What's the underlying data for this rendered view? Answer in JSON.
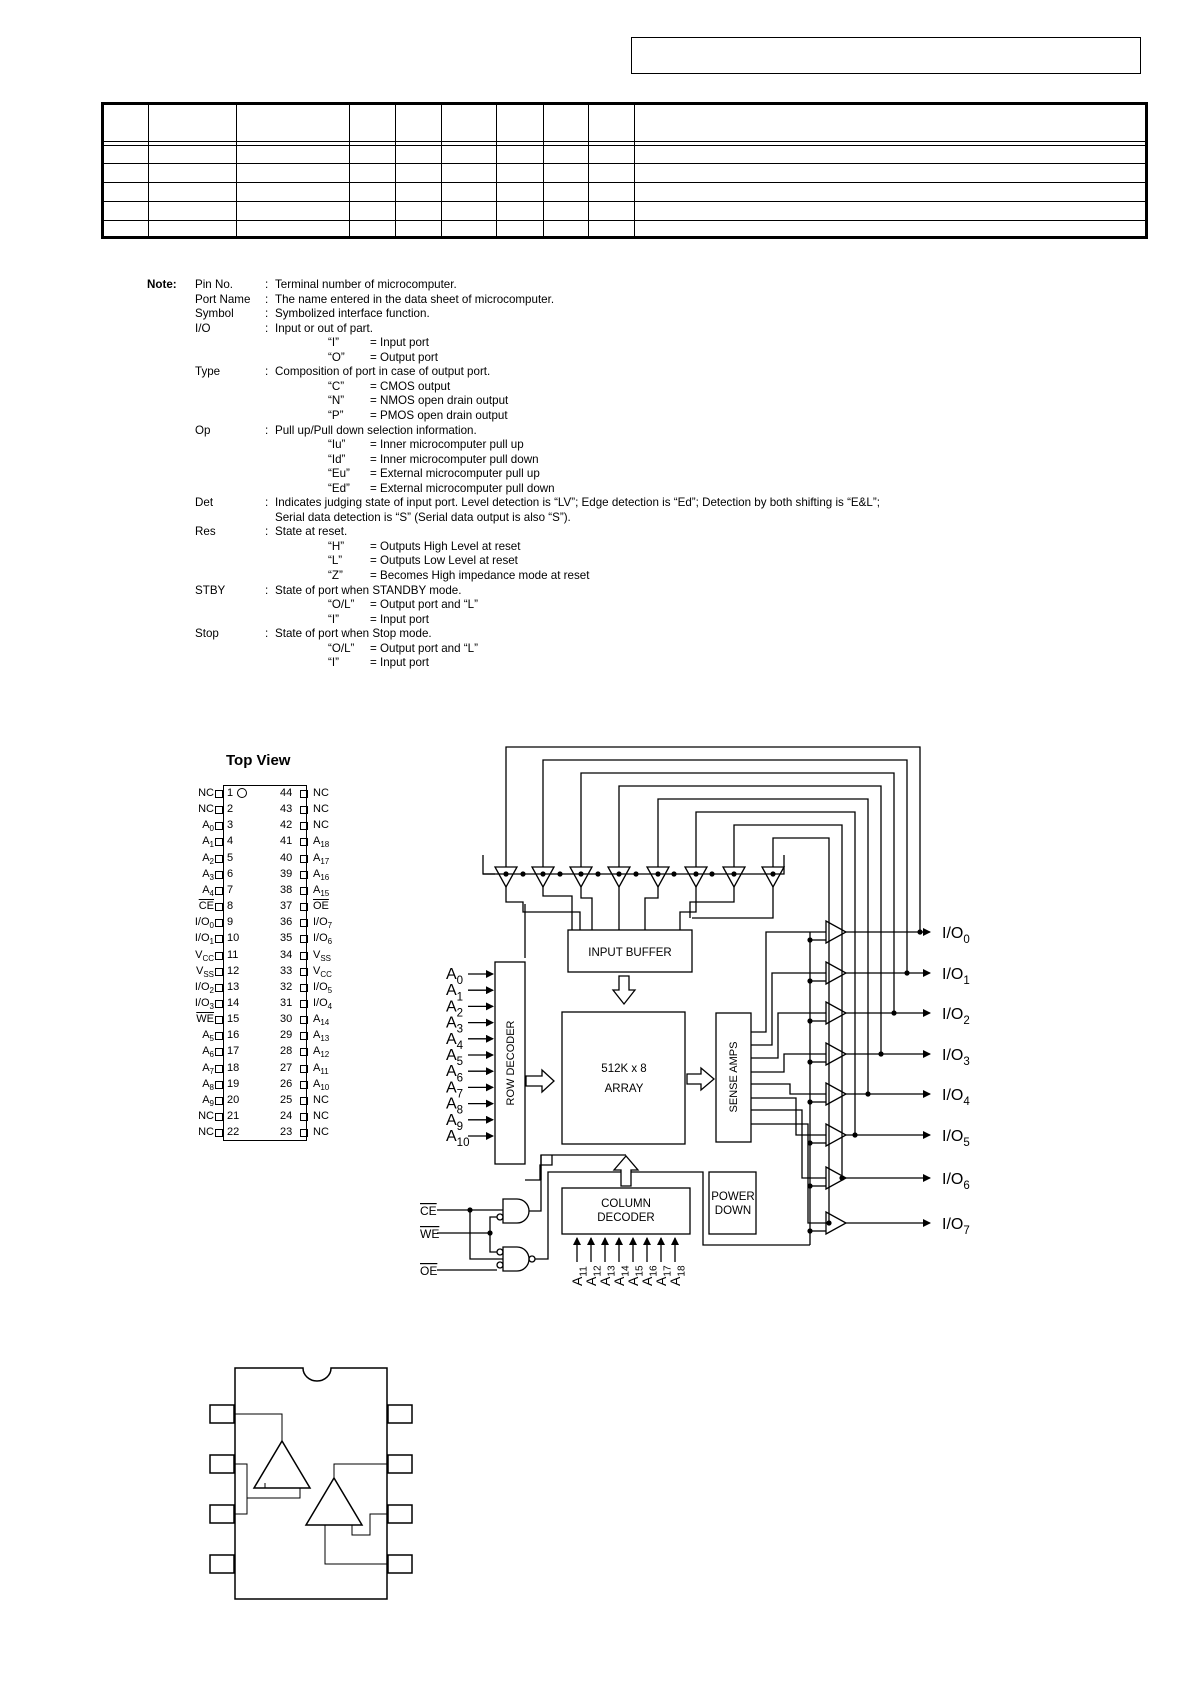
{
  "note": {
    "heading": "Note:",
    "entries": [
      {
        "term": "Pin No.",
        "sep": ":",
        "desc": "Terminal number of microcomputer."
      },
      {
        "term": "Port Name",
        "sep": ":",
        "desc": "The name entered in the data sheet of microcomputer."
      },
      {
        "term": "Symbol",
        "sep": ":",
        "desc": "Symbolized interface function."
      },
      {
        "term": "I/O",
        "sep": ":",
        "desc": "Input or out of part.",
        "codes": [
          {
            "code": "“I”",
            "meaning": "= Input port"
          },
          {
            "code": "“O”",
            "meaning": "= Output port"
          }
        ]
      },
      {
        "term": "Type",
        "sep": ":",
        "desc": "Composition of port in case of output port.",
        "codes": [
          {
            "code": "“C”",
            "meaning": "= CMOS output"
          },
          {
            "code": "“N”",
            "meaning": "= NMOS open drain output"
          },
          {
            "code": "“P”",
            "meaning": "= PMOS open drain output"
          }
        ]
      },
      {
        "term": "Op",
        "sep": ":",
        "desc": "Pull up/Pull down selection information.",
        "codes": [
          {
            "code": "“Iu”",
            "meaning": "= Inner microcomputer pull up"
          },
          {
            "code": "“Id”",
            "meaning": "= Inner microcomputer pull down"
          },
          {
            "code": "“Eu”",
            "meaning": "= External microcomputer pull up"
          },
          {
            "code": "“Ed”",
            "meaning": "= External microcomputer pull down"
          }
        ]
      },
      {
        "term": "Det",
        "sep": ":",
        "desc": "Indicates judging state of input port. Level detection is “LV”; Edge detection is “Ed”; Detection by both shifting is “E&L”;",
        "desc2": "Serial data detection is “S” (Serial data output is also “S”)."
      },
      {
        "term": "Res",
        "sep": ":",
        "desc": "State at reset.",
        "codes": [
          {
            "code": "“H”",
            "meaning": "= Outputs High Level at reset"
          },
          {
            "code": "“L”",
            "meaning": "= Outputs Low Level at reset"
          },
          {
            "code": "“Z”",
            "meaning": "= Becomes High impedance mode at reset"
          }
        ]
      },
      {
        "term": "STBY",
        "sep": ":",
        "desc": "State of port when STANDBY mode.",
        "codes": [
          {
            "code": "“O/L”",
            "meaning": "= Output port and “L”"
          },
          {
            "code": "“I”",
            "meaning": "= Input port"
          }
        ]
      },
      {
        "term": "Stop",
        "sep": ":",
        "desc": "State of port when Stop mode.",
        "codes": [
          {
            "code": "“O/L”",
            "meaning": "= Output port and “L”"
          },
          {
            "code": "“I”",
            "meaning": "= Input port"
          }
        ]
      }
    ]
  },
  "pinout": {
    "title": "Top View",
    "left": [
      {
        "n": "1",
        "l": "NC"
      },
      {
        "n": "2",
        "l": "NC"
      },
      {
        "n": "3",
        "l": "A",
        "s": "0"
      },
      {
        "n": "4",
        "l": "A",
        "s": "1"
      },
      {
        "n": "5",
        "l": "A",
        "s": "2"
      },
      {
        "n": "6",
        "l": "A",
        "s": "3"
      },
      {
        "n": "7",
        "l": "A",
        "s": "4"
      },
      {
        "n": "8",
        "l": "CE",
        "bar": true
      },
      {
        "n": "9",
        "l": "I/O",
        "s": "0"
      },
      {
        "n": "10",
        "l": "I/O",
        "s": "1"
      },
      {
        "n": "11",
        "l": "V",
        "s": "CC"
      },
      {
        "n": "12",
        "l": "V",
        "s": "SS"
      },
      {
        "n": "13",
        "l": "I/O",
        "s": "2"
      },
      {
        "n": "14",
        "l": "I/O",
        "s": "3"
      },
      {
        "n": "15",
        "l": "WE",
        "bar": true
      },
      {
        "n": "16",
        "l": "A",
        "s": "5"
      },
      {
        "n": "17",
        "l": "A",
        "s": "6"
      },
      {
        "n": "18",
        "l": "A",
        "s": "7"
      },
      {
        "n": "19",
        "l": "A",
        "s": "8"
      },
      {
        "n": "20",
        "l": "A",
        "s": "9"
      },
      {
        "n": "21",
        "l": "NC"
      },
      {
        "n": "22",
        "l": "NC"
      }
    ],
    "right": [
      {
        "n": "44",
        "l": "NC"
      },
      {
        "n": "43",
        "l": "NC"
      },
      {
        "n": "42",
        "l": "NC"
      },
      {
        "n": "41",
        "l": "A",
        "s": "18"
      },
      {
        "n": "40",
        "l": "A",
        "s": "17"
      },
      {
        "n": "39",
        "l": "A",
        "s": "16"
      },
      {
        "n": "38",
        "l": "A",
        "s": "15"
      },
      {
        "n": "37",
        "l": "OE",
        "bar": true
      },
      {
        "n": "36",
        "l": "I/O",
        "s": "7"
      },
      {
        "n": "35",
        "l": "I/O",
        "s": "6"
      },
      {
        "n": "34",
        "l": "V",
        "s": "SS"
      },
      {
        "n": "33",
        "l": "V",
        "s": "CC"
      },
      {
        "n": "32",
        "l": "I/O",
        "s": "5"
      },
      {
        "n": "31",
        "l": "I/O",
        "s": "4"
      },
      {
        "n": "30",
        "l": "A",
        "s": "14"
      },
      {
        "n": "29",
        "l": "A",
        "s": "13"
      },
      {
        "n": "28",
        "l": "A",
        "s": "12"
      },
      {
        "n": "27",
        "l": "A",
        "s": "11"
      },
      {
        "n": "26",
        "l": "A",
        "s": "10"
      },
      {
        "n": "25",
        "l": "NC"
      },
      {
        "n": "24",
        "l": "NC"
      },
      {
        "n": "23",
        "l": "NC"
      }
    ]
  },
  "block": {
    "input_buffer": "INPUT BUFFER",
    "array": [
      "512K x 8",
      "ARRAY"
    ],
    "row_decoder": "ROW DECODER",
    "sense_amps": "SENSE AMPS",
    "column_decoder": [
      "COLUMN",
      "DECODER"
    ],
    "power_down": [
      "POWER",
      "DOWN"
    ],
    "row_inputs": [
      {
        "l": "A",
        "s": "0"
      },
      {
        "l": "A",
        "s": "1"
      },
      {
        "l": "A",
        "s": "2"
      },
      {
        "l": "A",
        "s": "3"
      },
      {
        "l": "A",
        "s": "4"
      },
      {
        "l": "A",
        "s": "5"
      },
      {
        "l": "A",
        "s": "6"
      },
      {
        "l": "A",
        "s": "7"
      },
      {
        "l": "A",
        "s": "8"
      },
      {
        "l": "A",
        "s": "9"
      },
      {
        "l": "A",
        "s": "10"
      }
    ],
    "col_inputs": [
      {
        "l": "A",
        "s": "11"
      },
      {
        "l": "A",
        "s": "12"
      },
      {
        "l": "A",
        "s": "13"
      },
      {
        "l": "A",
        "s": "14"
      },
      {
        "l": "A",
        "s": "15"
      },
      {
        "l": "A",
        "s": "16"
      },
      {
        "l": "A",
        "s": "17"
      },
      {
        "l": "A",
        "s": "18"
      }
    ],
    "io_outputs": [
      {
        "l": "I/O",
        "s": "0"
      },
      {
        "l": "I/O",
        "s": "1"
      },
      {
        "l": "I/O",
        "s": "2"
      },
      {
        "l": "I/O",
        "s": "3"
      },
      {
        "l": "I/O",
        "s": "4"
      },
      {
        "l": "I/O",
        "s": "5"
      },
      {
        "l": "I/O",
        "s": "6"
      },
      {
        "l": "I/O",
        "s": "7"
      }
    ],
    "controls": [
      "CE",
      "WE",
      "OE"
    ]
  }
}
